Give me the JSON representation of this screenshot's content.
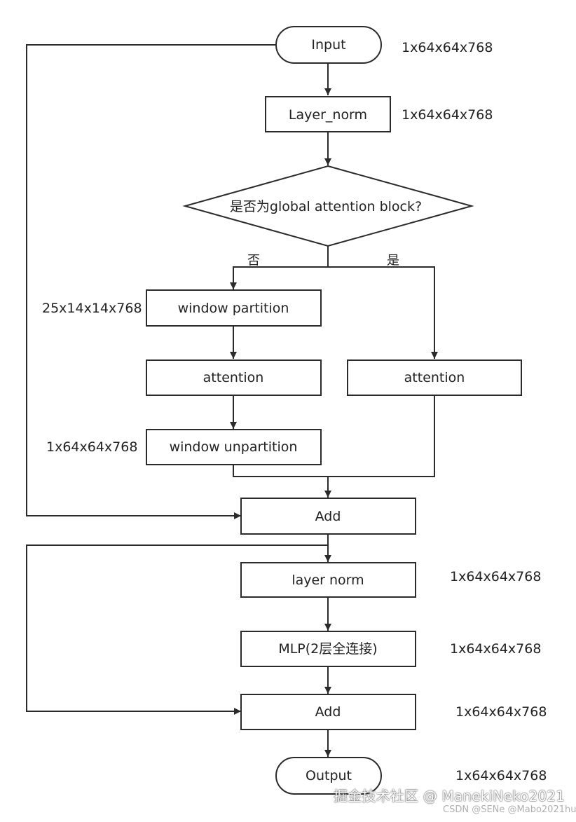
{
  "nodes": {
    "input": "Input",
    "layer_norm_1": "Layer_norm",
    "decision": "是否为global attention block?",
    "window_partition": "window partition",
    "attention_left": "attention",
    "attention_right": "attention",
    "window_unpartition": "window unpartition",
    "add_1": "Add",
    "layer_norm_2": "layer norm",
    "mlp": "MLP(2层全连接)",
    "add_2": "Add",
    "output": "Output"
  },
  "branches": {
    "no": "否",
    "yes": "是"
  },
  "shapes": {
    "input": "1x64x64x768",
    "layer_norm_1": "1x64x64x768",
    "window_partition": "25x14x14x768",
    "window_unpartition": "1x64x64x768",
    "layer_norm_2": "1x64x64x768",
    "mlp": "1x64x64x768",
    "add_2": "1x64x64x768",
    "output": "1x64x64x768"
  },
  "watermark": {
    "main": "掘金技术社区 @ ManekiNeko2021",
    "sub": "CSDN @SENe   @Mabo2021hui"
  },
  "colors": {
    "stroke": "#2b2b2b",
    "text": "#222222",
    "background": "#ffffff"
  }
}
